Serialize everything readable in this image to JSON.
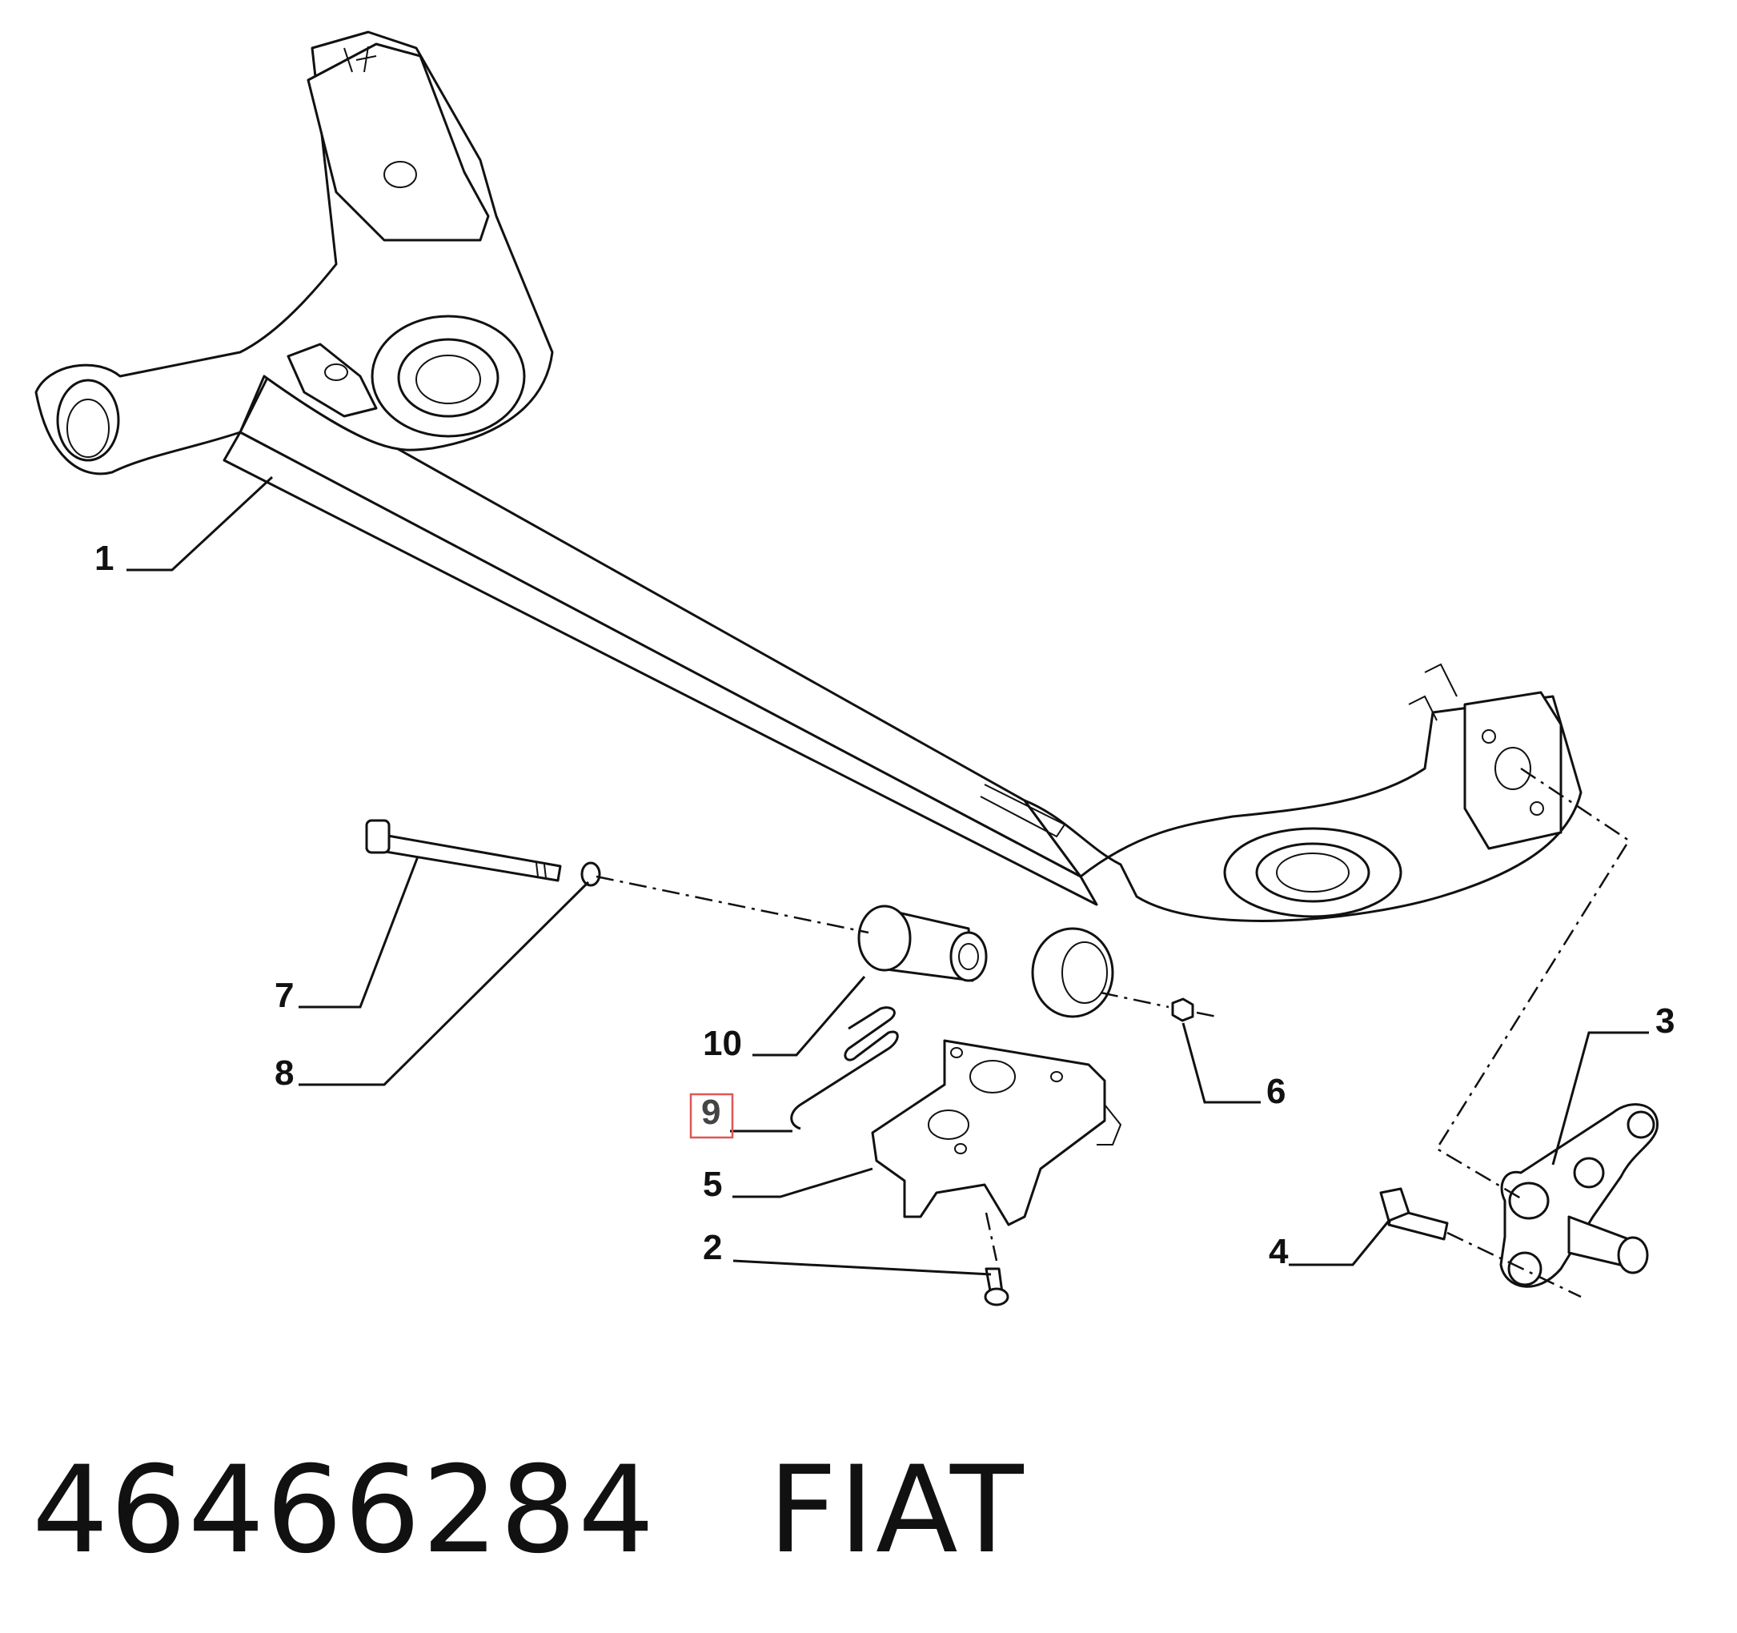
{
  "callouts": {
    "c1": "1",
    "c2": "2",
    "c3": "3",
    "c4": "4",
    "c5": "5",
    "c6": "6",
    "c7": "7",
    "c8": "8",
    "c9": "9",
    "c10": "10"
  },
  "highlighted_callout": "9",
  "highlight_color": "#e05555",
  "footer": {
    "part_number": "46466284",
    "brand": "FIAT"
  }
}
